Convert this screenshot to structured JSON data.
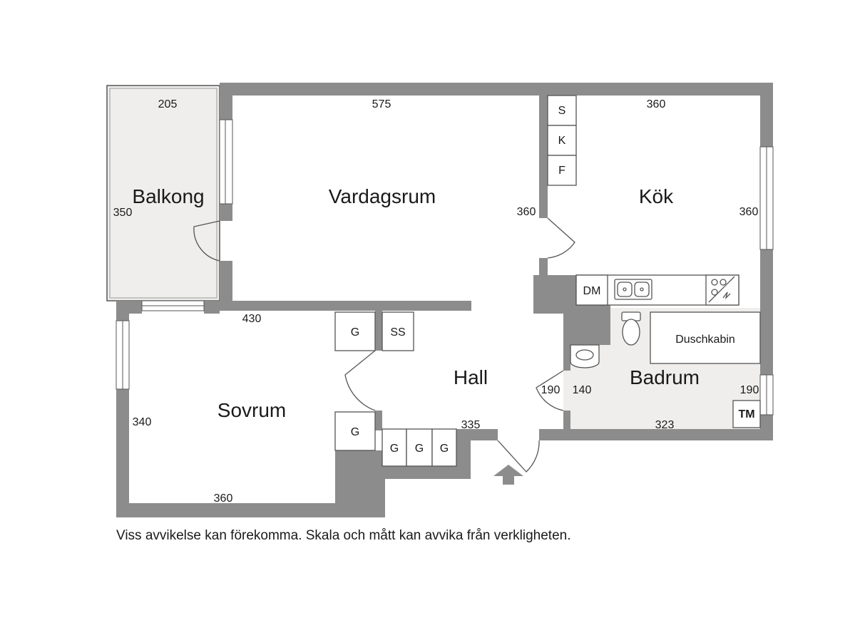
{
  "rooms": {
    "balkong": "Balkong",
    "vardagsrum": "Vardagsrum",
    "kok": "Kök",
    "sovrum": "Sovrum",
    "hall": "Hall",
    "badrum": "Badrum"
  },
  "dimensions": {
    "balkong_top": "205",
    "balkong_side": "350",
    "vardagsrum_top": "575",
    "vardagsrum_side": "360",
    "kok_top": "360",
    "kok_side": "360",
    "sovrum_top": "430",
    "sovrum_side": "340",
    "sovrum_bottom": "360",
    "hall_bottom": "335",
    "hall_closet_depth": "190",
    "badrum_left": "140",
    "badrum_right": "190",
    "badrum_bottom": "323"
  },
  "fixtures": {
    "s": "S",
    "k": "K",
    "f": "F",
    "dm": "DM",
    "g": "G",
    "ss": "SS",
    "duschkabin": "Duschkabin",
    "tm": "TM"
  },
  "disclaimer": "Viss avvikelse kan förekomma. Skala och mått kan avvika från verkligheten.",
  "colors": {
    "wall": "#8c8c8c",
    "balcony_floor": "#efeeec",
    "bathroom_floor": "#efeeec",
    "line": "#555555"
  }
}
